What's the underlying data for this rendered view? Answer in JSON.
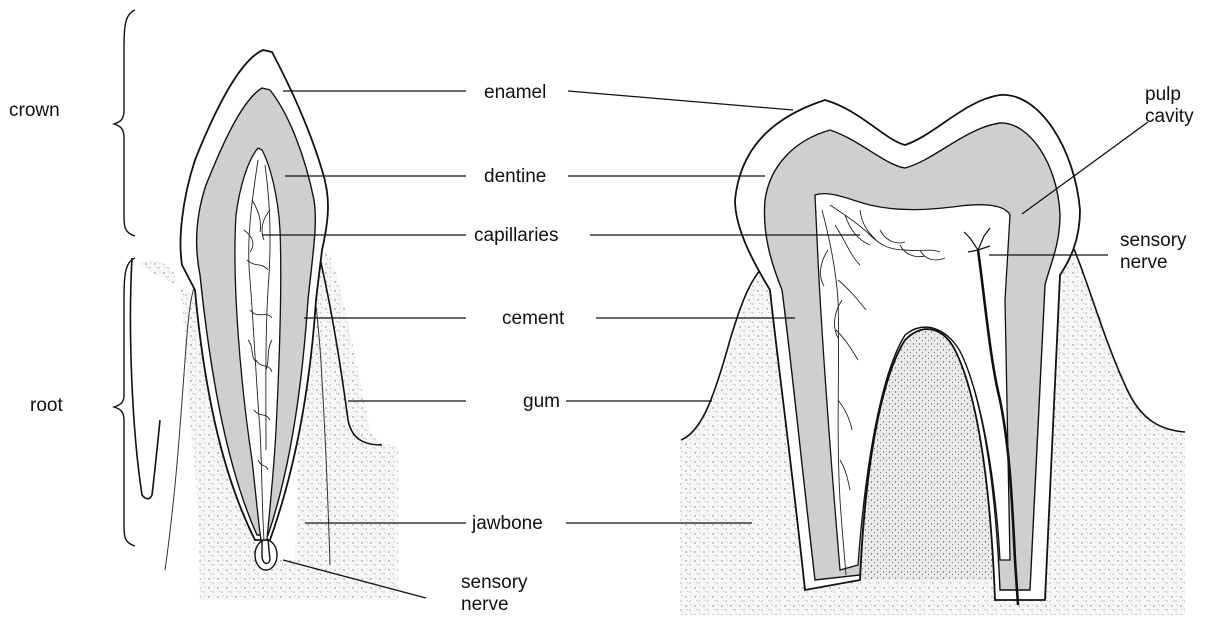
{
  "labels": {
    "crown": "crown",
    "root": "root",
    "enamel": "enamel",
    "dentine": "dentine",
    "capillaries": "capillaries",
    "cement": "cement",
    "gum": "gum",
    "jawbone": "jawbone",
    "sensory_nerve_left": "sensory\nnerve",
    "sensory_nerve_right": "sensory\nnerve",
    "pulp_cavity": "pulp\ncavity"
  },
  "colors": {
    "dentine": "#cfcfcf",
    "enamel": "#ffffff",
    "bone": "#f4f4f4",
    "ink": "#111111"
  }
}
